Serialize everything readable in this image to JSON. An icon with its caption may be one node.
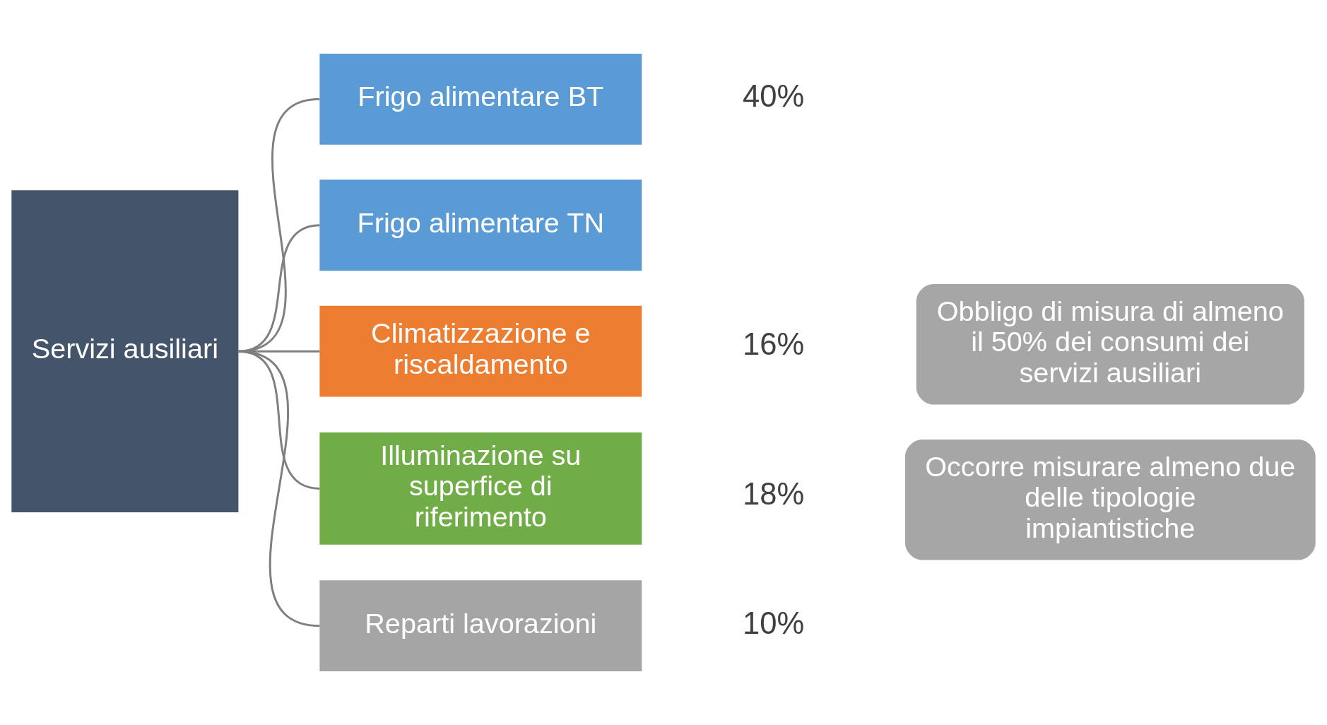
{
  "diagram": {
    "nodes": [
      {
        "text": [
          "Servizi ausiliari"
        ]
      },
      {
        "text": [
          "Frigo alimentare BT"
        ]
      },
      {
        "text": [
          "Frigo alimentare TN"
        ]
      },
      {
        "text": [
          "Climatizzazione e riscaldamento"
        ]
      },
      {
        "text": [
          "Illuminazione su superfice di riferimento"
        ]
      },
      {
        "text": [
          "Reparti lavorazioni"
        ]
      },
      {
        "text": [
          "Obbligo di misura di almeno il 50% dei consumi dei servizi ausiliari"
        ]
      },
      {
        "text": [
          "Occorre misurare almeno due delle tipologie impiantistiche"
        ]
      }
    ],
    "edges": [
      {
        "from": 0,
        "to": 1,
        "arrow": "none"
      },
      {
        "from": 0,
        "to": 2,
        "arrow": "none"
      },
      {
        "from": 0,
        "to": 3,
        "arrow": "none"
      },
      {
        "from": 0,
        "to": 4,
        "arrow": "none"
      },
      {
        "from": 0,
        "to": 5,
        "arrow": "none"
      }
    ],
    "labels": [
      "40%",
      "16%",
      "18%",
      "10%"
    ]
  }
}
